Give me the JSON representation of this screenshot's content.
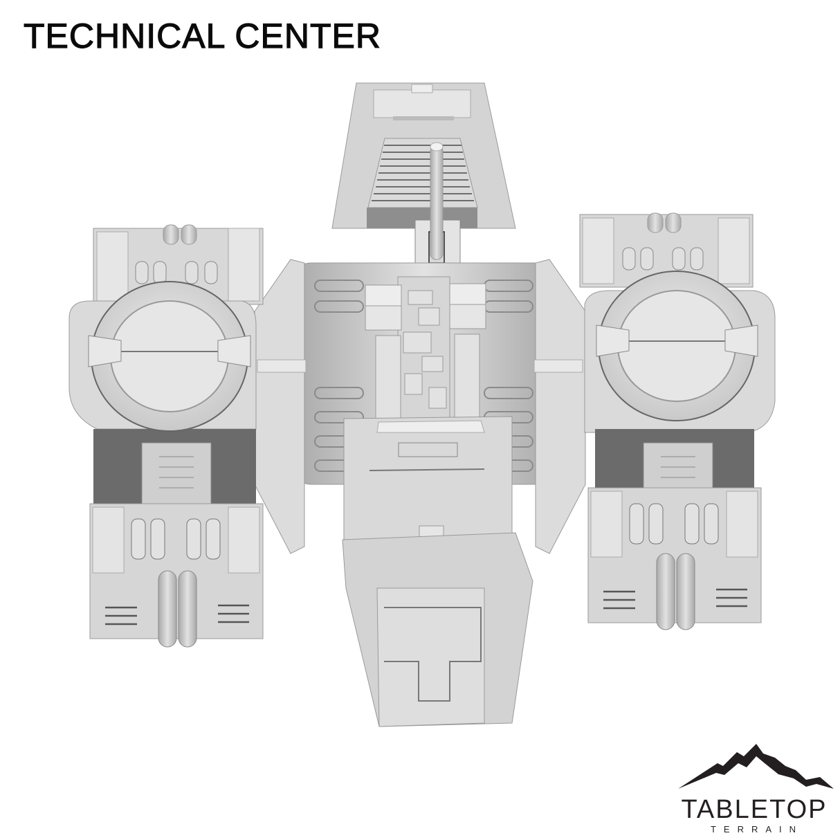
{
  "header": {
    "title": "TECHNICAL CENTER"
  },
  "product": {
    "subject": "3D render of sci-fi technical center terrain model, top view",
    "colors": {
      "model_base": "#dcdcdc",
      "model_shadow": "#8a8a8a",
      "model_dark": "#3a3a3a",
      "background": "#ffffff",
      "text": "#0b0b0b"
    }
  },
  "brand": {
    "icon": "mountain-icon",
    "name": "TABLETOP",
    "tagline": "TERRAIN",
    "color": "#231f20"
  }
}
